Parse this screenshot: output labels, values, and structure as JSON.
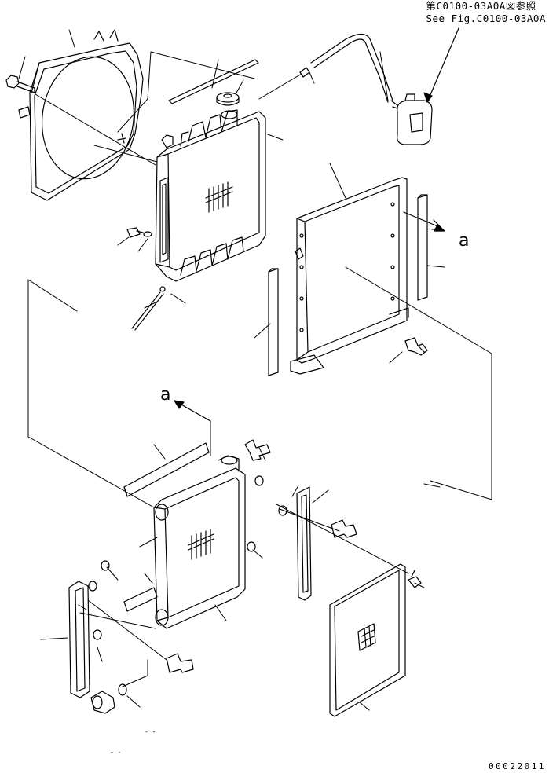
{
  "reference_note": {
    "line1": "第C0100-03A0A図参照",
    "line2": "See Fig.C0100-03A0A"
  },
  "view_labels": {
    "upper": "a",
    "lower": "a"
  },
  "drawing_number": "00022011",
  "small_marks": {
    "bottom_mark_1": "- -",
    "bottom_mark_2": "- -"
  },
  "style": {
    "line_color": "#000000",
    "background": "#ffffff"
  }
}
